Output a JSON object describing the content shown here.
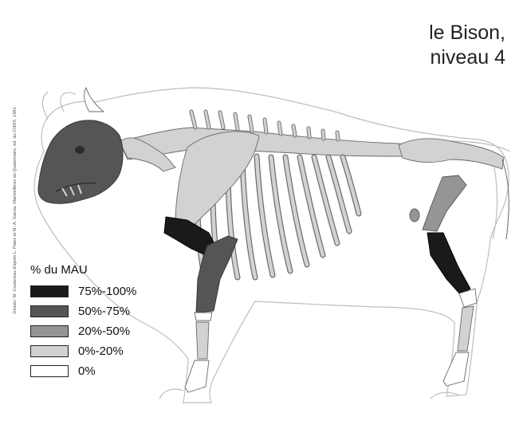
{
  "title": {
    "line1": "le Bison,",
    "line2": "niveau 4"
  },
  "credit": "Dessin: M. Coutureau d'après L. Pales et M.-A. Garcia, Mammifères du Quaternaire, éd. du CNRS, 1981",
  "legend": {
    "title": "% du MAU",
    "items": [
      {
        "label": "75%-100%",
        "color": "#1a1a1a"
      },
      {
        "label": "50%-75%",
        "color": "#555555"
      },
      {
        "label": "20%-50%",
        "color": "#959595"
      },
      {
        "label": "0%-20%",
        "color": "#d2d2d2"
      },
      {
        "label": "0%",
        "color": "#ffffff"
      }
    ]
  },
  "colors": {
    "outline": "#bdbdbd",
    "bone_stroke": "#6a6a6a"
  }
}
